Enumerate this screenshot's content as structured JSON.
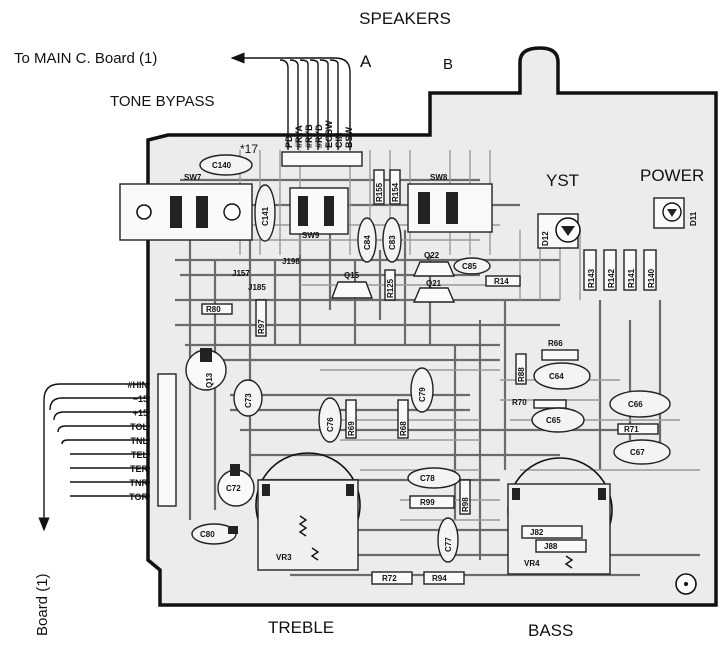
{
  "labels": {
    "speakers": "SPEAKERS",
    "to_main": "To MAIN C. Board (1)",
    "tone_bypass": "TONE BYPASS",
    "a": "A",
    "b": "B",
    "yst": "YST",
    "power": "POWER",
    "treble": "TREBLE",
    "bass": "BASS",
    "board_bottom": "Board (1)",
    "star17": "*17"
  },
  "top_pins": [
    "PD",
    "#RYA",
    "#RYB",
    "#RYD",
    "EOSW",
    "CIN",
    "BSW"
  ],
  "left_pins": [
    "#HIN",
    "−15",
    "+15",
    "TOL",
    "TNL",
    "TEL",
    "TER",
    "TNR",
    "TOR"
  ],
  "components": {
    "sw7": "SW7",
    "sw8": "SW8",
    "sw9": "SW9",
    "c140": "C140",
    "c141": "C141",
    "c84": "C84",
    "c83": "C83",
    "r155": "R155",
    "r154": "R154",
    "q15": "Q15",
    "q22": "Q22",
    "q21": "Q21",
    "c85": "C85",
    "r14": "R14",
    "r125": "R125",
    "d12": "D12",
    "r143": "R143",
    "r142": "R142",
    "r141": "R141",
    "r140": "R140",
    "d11": "D11",
    "j157": "J157",
    "j185": "J185",
    "j198": "J198",
    "r97": "R97",
    "r80": "R80",
    "q13": "Q13",
    "r66": "R66",
    "r88": "R88",
    "c64": "C64",
    "r70": "R70",
    "c65": "C65",
    "c66": "C66",
    "r71": "R71",
    "c67": "C67",
    "c73": "C73",
    "c76": "C76",
    "r69": "R69",
    "r68": "R68",
    "c79": "C79",
    "c78": "C78",
    "r99": "R99",
    "r98": "R98",
    "c77": "C77",
    "c80": "C80",
    "c72": "C72",
    "j82": "J82",
    "j88": "J88",
    "vr4": "VR4",
    "r72": "R72",
    "r94": "R94",
    "vr3": "VR3"
  }
}
